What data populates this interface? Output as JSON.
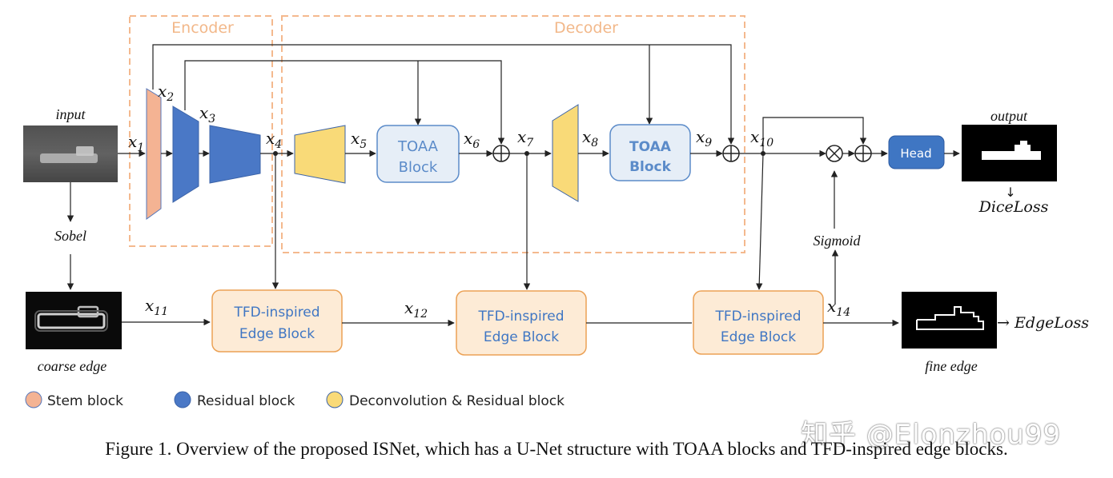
{
  "encoder_label": "Encoder",
  "decoder_label": "Decoder",
  "input_label": "input",
  "sobel_label": "Sobel",
  "coarse_edge_label": "coarse edge",
  "output_label": "output",
  "dice_loss_label": "DiceLoss",
  "sigmoid_label": "Sigmoid",
  "fine_edge_label": "fine edge",
  "edge_loss_label": "→ EdgeLoss",
  "toaa_1": [
    "TOAA",
    "Block"
  ],
  "toaa_2": [
    "TOAA",
    "Block"
  ],
  "tfd_1": [
    "TFD-inspired",
    "Edge Block"
  ],
  "tfd_2": [
    "TFD-inspired",
    "Edge Block"
  ],
  "tfd_3": [
    "TFD-inspired",
    "Edge Block"
  ],
  "head_label": "Head",
  "features": {
    "x1": {
      "base": "x",
      "sub": "1"
    },
    "x2": {
      "base": "x",
      "sub": "2"
    },
    "x3": {
      "base": "x",
      "sub": "3"
    },
    "x4": {
      "base": "x",
      "sub": "4"
    },
    "x5": {
      "base": "x",
      "sub": "5"
    },
    "x6": {
      "base": "x",
      "sub": "6"
    },
    "x7": {
      "base": "x",
      "sub": "7"
    },
    "x8": {
      "base": "x",
      "sub": "8"
    },
    "x9": {
      "base": "x",
      "sub": "9"
    },
    "x10": {
      "base": "x",
      "sub": "10"
    },
    "x11": {
      "base": "x",
      "sub": "11"
    },
    "x12": {
      "base": "x",
      "sub": "12"
    },
    "x14": {
      "base": "x",
      "sub": "14"
    }
  },
  "legend": [
    {
      "label": "Stem block",
      "color": "#F4B393"
    },
    {
      "label": "Residual block",
      "color": "#4A78C6"
    },
    {
      "label": "Deconvolution & Residual block",
      "color": "#F9DA78"
    }
  ],
  "colors": {
    "dashed_box": "#F4B98E",
    "dashed_text": "#F2B88A",
    "stem": "#F4B393",
    "residual": "#4A78C6",
    "deconv": "#F9DA78",
    "toaa_fill": "#E6EEF7",
    "toaa_stroke": "#5B8BC9",
    "toaa_text": "#5B8BC9",
    "tfd_fill": "#FDEBD6",
    "tfd_stroke": "#EBA155",
    "tfd_text": "#3F76C3",
    "head_fill": "#3F76C3"
  },
  "caption": "Figure 1. Overview of the proposed ISNet, which has a U-Net structure with TOAA blocks and TFD-inspired edge blocks.",
  "watermark": "知乎 @Elonzhou99"
}
